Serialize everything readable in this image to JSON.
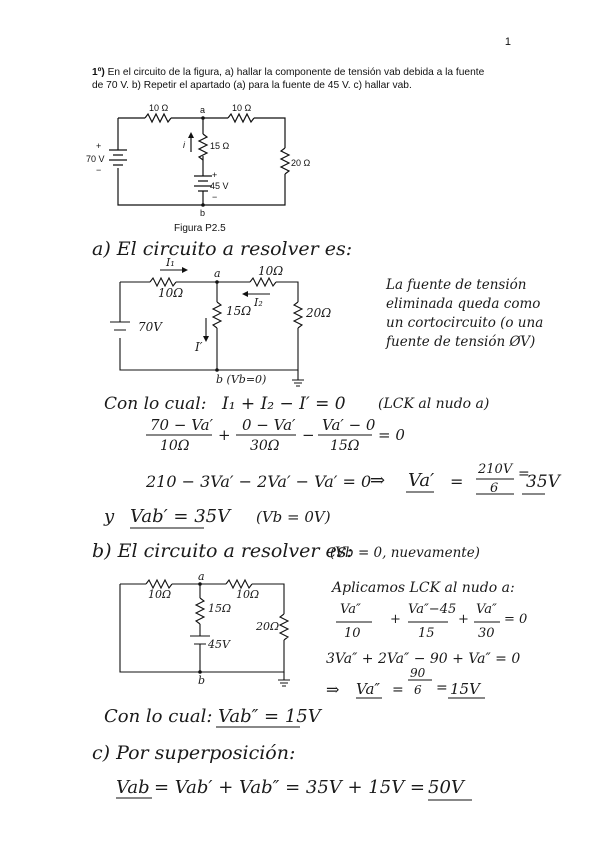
{
  "page_number": "1",
  "problem": {
    "number": "1º)",
    "text_line1": "En el circuito de la figura, a) hallar la componente de tensión vab debida a la fuente",
    "text_line2": "de 70 V. b) Repetir el apartado (a) para la fuente de 45 V. c) hallar vab."
  },
  "figure1": {
    "caption": "Figura P2.5",
    "r_left": "10 Ω",
    "r_right": "10 Ω",
    "r_mid": "15 Ω",
    "r_far": "20 Ω",
    "v_src1": "70 V",
    "v_src2": "45 V",
    "node_a": "a",
    "node_b": "b",
    "current": "i",
    "plus": "+",
    "minus": "−"
  },
  "part_a": {
    "heading": "a)  El circuito a resolver es:",
    "circuit": {
      "i1": "I₁",
      "i2": "I₂",
      "iprime": "I′",
      "r1": "10Ω",
      "r2": "10Ω",
      "r3": "15Ω",
      "r4": "20Ω",
      "src": "70V",
      "node_a": "a",
      "node_b": "b (Vb=0)"
    },
    "note": [
      "La fuente de tensión",
      "eliminada queda como",
      "un cortocircuito (o una",
      "fuente de tensión ØV)"
    ],
    "line1_left": "Con lo cual:",
    "line1_eq": "I₁ + I₂ − I′ = 0",
    "line1_right": "(LCK al nudo a)",
    "frac1_num": "70 − Va′",
    "frac1_den": "10Ω",
    "frac2_num": "0 − Va′",
    "frac2_den": "30Ω",
    "frac3_num": "Va′ − 0",
    "frac3_den": "15Ω",
    "op_plus": "+",
    "op_minus": "−",
    "eq_zero": "= 0",
    "line3": "210 − 3Va′ − 2Va′ − Va′ = 0",
    "arrow": "⇒",
    "res_lhs": "Va′",
    "res_eq": "=",
    "res_num": "210V",
    "res_den": "6",
    "res_eq2": "=",
    "res_val": "35V",
    "line4_y": "y",
    "line4_eq": "Vab′ = 35V",
    "line4_note": "(Vb = 0V)"
  },
  "part_b": {
    "heading": "b)  El circuito a resolver es:",
    "heading_note": "(Vb = 0, nuevamente)",
    "circuit": {
      "r1": "10Ω",
      "r2": "10Ω",
      "r3": "15Ω",
      "r4": "20Ω",
      "src": "45V",
      "node_a": "a",
      "node_b": "b"
    },
    "lck": "Aplicamos LCK al nudo a:",
    "f1_num": "Va″",
    "f1_den": "10",
    "f2_num": "Va″−45",
    "f2_den": "15",
    "f3_num": "Va″",
    "f3_den": "30",
    "op_plus": "+",
    "eq_zero": "= 0",
    "line2": "3Va″ + 2Va″ − 90 + Va″ = 0",
    "arrow": "⇒",
    "res_lhs": "Va″",
    "res_eq": "=",
    "res_num": "90",
    "res_den": "6",
    "res_eq2": "=",
    "res_val": "15V",
    "conclusion_left": "Con lo cual:",
    "conclusion_eq": "Vab″ = 15V"
  },
  "part_c": {
    "heading": "c)  Por superposición:",
    "eq_lhs": "Vab",
    "eq_mid": "= Vab′ + Vab″  =  35V  +  15V  =",
    "eq_res": "50V"
  }
}
